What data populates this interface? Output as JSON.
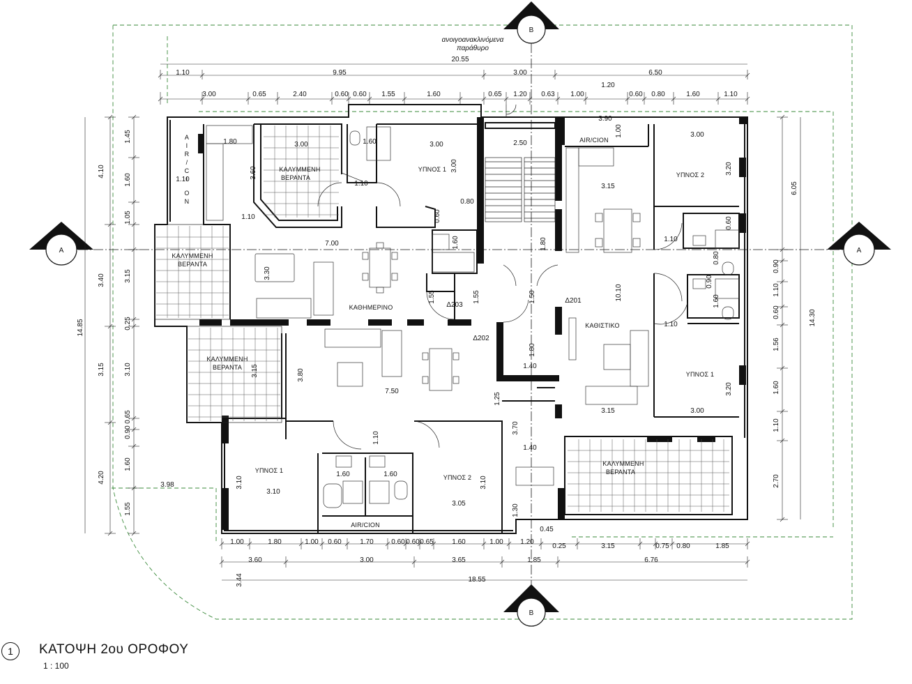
{
  "drawing": {
    "title": "ΚΑΤΟΨΗ 2ου ΟΡΟΦΟΥ",
    "number": "1",
    "scale": "1 : 100",
    "note": [
      "ανοιγοανακλινόμενα",
      "παράθυρο"
    ]
  },
  "section_markers": {
    "a_left": "A",
    "a_right": "A",
    "b_top": "B",
    "b_bottom": "B"
  },
  "rooms": {
    "west_unit": {
      "veranda_nw": [
        "ΚΑΛΥΜΜΕΝΗ",
        "ΒΕΡΑΝΤΑ"
      ],
      "bedroom_1": "ΥΠΝΟΣ 1",
      "veranda_w": [
        "ΚΑΛΥΜΜΕΝΗ",
        "ΒΕΡΑΝΤΑ"
      ],
      "living": "ΚΑΘΗΜΕΡΙΝΟ",
      "aircon": [
        "A",
        "I",
        "R",
        "/",
        "C",
        "I",
        "O",
        "N"
      ],
      "door_tags": [
        "Δ203",
        "Δ202"
      ]
    },
    "south_unit": {
      "veranda_sw": [
        "ΚΑΛΥΜΜΕΝΗ",
        "ΒΕΡΑΝΤΑ"
      ],
      "bedroom_1": "ΥΠΝΟΣ 1",
      "bedroom_2": "ΥΠΝΟΣ 2",
      "aircon": "AIR/CION"
    },
    "east_unit": {
      "aircon": "AIR/CION",
      "bedroom_2": "ΥΠΝΟΣ 2",
      "bedroom_1": "ΥΠΝΟΣ 1",
      "living": "ΚΑΘΙΣΤΙΚΟ",
      "veranda_e": [
        "ΚΑΛΥΜΜΕΝΗ",
        "ΒΕΡΑΝΤΑ"
      ],
      "door_tag": "Δ201"
    }
  },
  "dimensions": {
    "top_overall": "20.55",
    "top_row1": [
      "1.10",
      "9.95",
      "3.00",
      "6.50"
    ],
    "top_row2": [
      "3.00",
      "0.65",
      "2.40",
      "0.60",
      "0.60",
      "1.55",
      "1.60",
      "0.65",
      "1.20",
      "0.63",
      "1.00",
      "0.60",
      "0.80",
      "1.60",
      "1.10"
    ],
    "top_inner": [
      "1.20",
      "3.90"
    ],
    "bottom_row1": [
      "1.00",
      "1.80",
      "1.00",
      "0.60",
      "1.70",
      "0.60",
      "0.60",
      "0.65",
      "1.60",
      "1.00",
      "1.20",
      "0.25",
      "3.15",
      "0.75",
      "0.80",
      "1.85"
    ],
    "bottom_row2": [
      "3.60",
      "3.00",
      "3.65",
      "1.85",
      "6.76"
    ],
    "bottom_overall": "18.55",
    "bottom_side": "3.44",
    "left_outer": [
      "4.10",
      "3.40",
      "14.85",
      "3.15",
      "4.20"
    ],
    "left_inner": [
      "1.45",
      "1.60",
      "1.05",
      "3.15",
      "0.25",
      "3.10",
      "0.65",
      "0.90",
      "1.60",
      "1.55"
    ],
    "left_extra": "3.98",
    "right_outer": [
      "6.05",
      "14.30",
      "2.70"
    ],
    "right_inner": [
      "0.90",
      "1.10",
      "0.60",
      "1.56",
      "1.60",
      "1.10"
    ],
    "interior": {
      "w_kitchen": "1.80",
      "w_veranda_w": "3.00",
      "w_bed_w": "3.00",
      "w_bed_h": "3.00",
      "w_vh": "3.60",
      "w_110a": "1.10",
      "w_110b": "1.10",
      "w_110c": "1.10",
      "w_160": "1.60",
      "w_living_w": "7.00",
      "w_living_h": "3.30",
      "w_060": "0.60",
      "w_080": "0.80",
      "w_160b": "1.60",
      "w_155a": "1.55",
      "w_155b": "1.55",
      "w_stair": "2.50",
      "w_150": "1.50",
      "w_180": "1.80",
      "w_180b": "1.80",
      "w_240": "1.40",
      "s_living_w": "7.50",
      "s_living_h": "3.80",
      "s_veranda": "3.15",
      "s_110": "1.10",
      "s_bed1_h": "3.10",
      "s_bed1_w": "3.10",
      "s_160a": "1.60",
      "s_160b": "1.60",
      "s_bed2_h": "3.10",
      "s_bed2_w": "3.05",
      "s_370": "3.70",
      "s_140": "1.40",
      "s_125": "1.25",
      "s_130": "1.30",
      "s_045": "0.45",
      "e_kitch": "3.15",
      "e_bed2_w": "3.00",
      "e_bed2_h": "3.20",
      "e_100": "1.00",
      "e_110a": "1.10",
      "e_110b": "1.10",
      "e_1010": "10.10",
      "e_315": "3.15",
      "e_bed1_w": "3.00",
      "e_bed1_h": "3.20",
      "e_060": "0.60",
      "e_080": "0.80",
      "e_160": "1.60",
      "e_090": "0.90"
    }
  }
}
